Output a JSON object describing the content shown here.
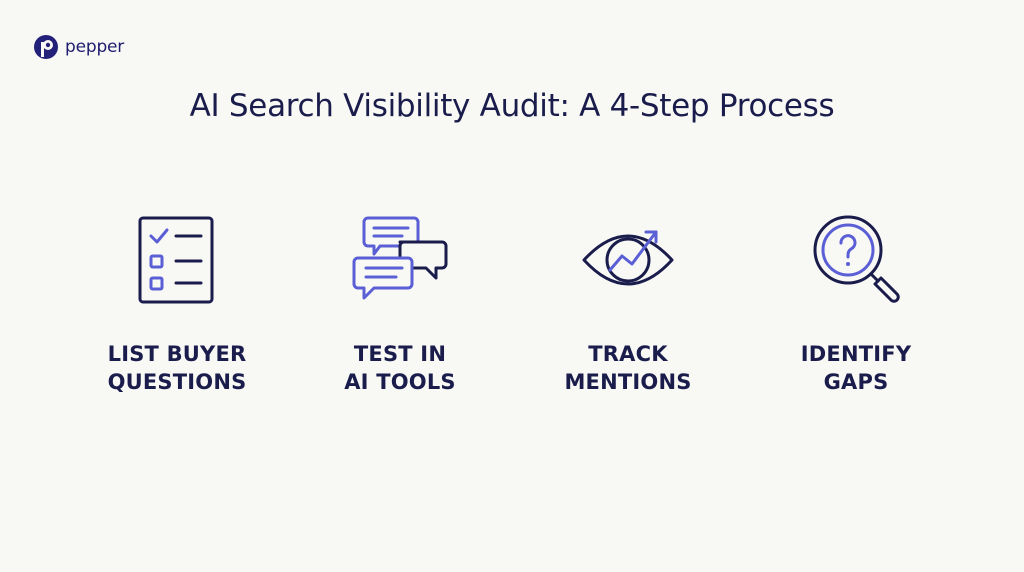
{
  "brand": {
    "name": "pepper"
  },
  "title": "AI Search Visibility Audit: A 4-Step Process",
  "steps": [
    {
      "line1": "LIST BUYER",
      "line2": "QUESTIONS",
      "icon": "checklist-icon"
    },
    {
      "line1": "TEST IN",
      "line2": "AI TOOLS",
      "icon": "chat-bubbles-icon"
    },
    {
      "line1": "TRACK",
      "line2": "MENTIONS",
      "icon": "eye-trend-icon"
    },
    {
      "line1": "IDENTIFY",
      "line2": "GAPS",
      "icon": "magnifier-question-icon"
    }
  ],
  "colors": {
    "navy": "#1a1c4b",
    "accent": "#5b5fd6",
    "background": "#f8f8f5"
  }
}
